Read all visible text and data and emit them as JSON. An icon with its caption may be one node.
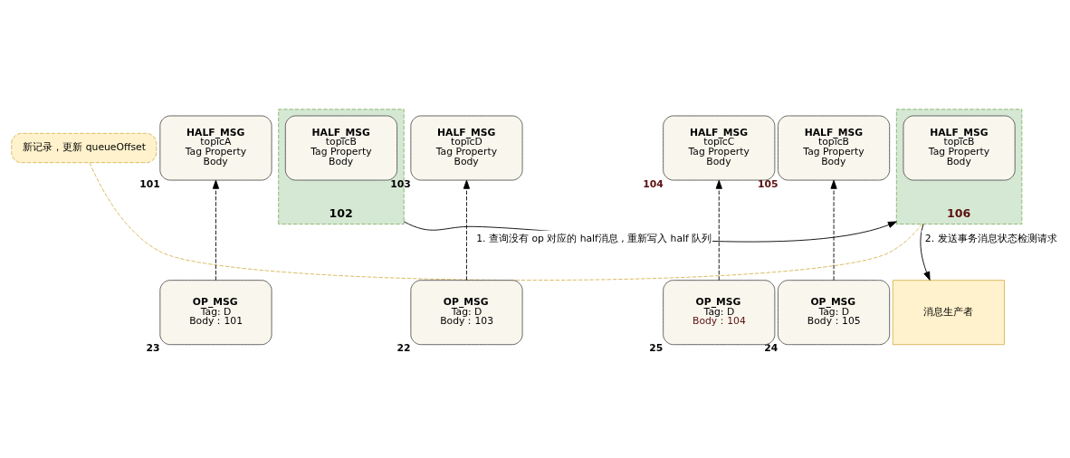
{
  "diagram": {
    "nodes": [
      {
        "text": [
          "新记录，更新 queueOffset"
        ]
      },
      {
        "text": [
          "HALF_MSG",
          "topicA",
          "Tag Property",
          "Body"
        ],
        "beside": [
          "101"
        ]
      },
      {
        "text": [
          "102"
        ]
      },
      {
        "text": [
          "HALF_MSG",
          "topicB",
          "Tag Property",
          "Body"
        ],
        "in": 2
      },
      {
        "text": [
          "HALF_MSG",
          "topicD",
          "Tag Property",
          "Body"
        ],
        "beside": [
          "103"
        ]
      },
      {
        "text": [
          "HALF_MSG",
          "topicC",
          "Tag Property",
          "Body"
        ],
        "beside": [
          "104"
        ]
      },
      {
        "text": [
          "HALF_MSG",
          "topicB",
          "Tag Property",
          "Body"
        ],
        "beside": [
          "105"
        ]
      },
      {
        "text": [
          "106"
        ]
      },
      {
        "text": [
          "HALF_MSG",
          "topicB",
          "Tag Property",
          "Body"
        ],
        "in": 7
      },
      {
        "text": [
          "OP_MSG",
          "Tag: D",
          "Body：103"
        ],
        "beside": [
          "22"
        ]
      },
      {
        "text": [
          "OP_MSG",
          "Tag: D",
          "Body：101"
        ],
        "beside": [
          "23"
        ]
      },
      {
        "text": [
          "OP_MSG",
          "Tag: D",
          "Body：105"
        ],
        "beside": [
          "24"
        ]
      },
      {
        "text": [
          "OP_MSG",
          "Tag: D",
          "Body：104"
        ],
        "beside": [
          "25"
        ]
      },
      {
        "text": [
          "消息生产者"
        ]
      }
    ],
    "edges": [
      {
        "from": 2,
        "to": 7,
        "arrow": "to",
        "label": "1. 查询没有 op 对应的 half消息 , 重新写入 half 队列"
      },
      {
        "from": 7,
        "to": 13,
        "arrow": "to",
        "label": "2. 发送事务消息状态检测请求"
      },
      {
        "from": 0,
        "to": 7,
        "arrow": "none",
        "style": "dashed",
        "color": "#d6b656"
      },
      {
        "from": 9,
        "to": 4,
        "arrow": "to",
        "style": "dashed"
      },
      {
        "from": 10,
        "to": 1,
        "arrow": "to",
        "style": "dashed"
      },
      {
        "from": 11,
        "to": 6,
        "arrow": "to",
        "style": "dashed"
      },
      {
        "from": 12,
        "to": 5,
        "arrow": "to",
        "style": "dashed"
      }
    ]
  }
}
